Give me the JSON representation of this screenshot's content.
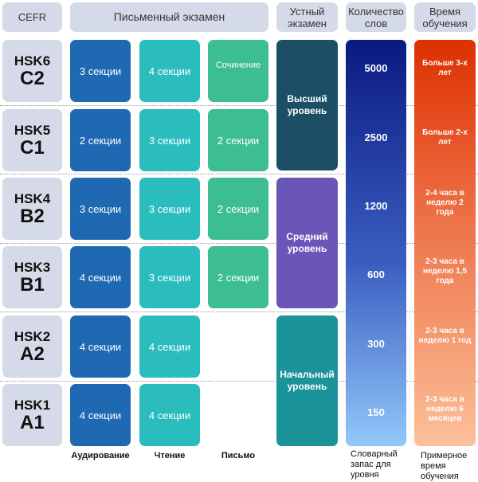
{
  "header": {
    "cefr": "CEFR",
    "written": "Письменный экзамен",
    "oral": "Устный экзамен",
    "words": "Количество слов",
    "time": "Время обучения"
  },
  "rows": [
    {
      "hsk": "HSK6",
      "cefr": "C2",
      "listening": "3 секции",
      "reading": "4 секции",
      "writing": "Сочинение",
      "words": "5000",
      "time": "Больше 3-х лет"
    },
    {
      "hsk": "HSK5",
      "cefr": "C1",
      "listening": "2 секции",
      "reading": "3 секции",
      "writing": "2 секции",
      "words": "2500",
      "time": "Больше 2-х лет"
    },
    {
      "hsk": "HSK4",
      "cefr": "B2",
      "listening": "3 секции",
      "reading": "3 секции",
      "writing": "2 секции",
      "words": "1200",
      "time": "2-4 часа в неделю 2 года"
    },
    {
      "hsk": "HSK3",
      "cefr": "B1",
      "listening": "4 секции",
      "reading": "3 секции",
      "writing": "2 секции",
      "words": "600",
      "time": "2-3 часа в неделю 1,5 года"
    },
    {
      "hsk": "HSK2",
      "cefr": "A2",
      "listening": "4 секции",
      "reading": "4 секции",
      "writing": "",
      "words": "300",
      "time": "2-3 часа в неделю 1 год"
    },
    {
      "hsk": "HSK1",
      "cefr": "A1",
      "listening": "4 секции",
      "reading": "4 секции",
      "writing": "",
      "words": "150",
      "time": "2-3 часа в неделю 6 месяцев"
    }
  ],
  "oral": [
    "Высший уровень",
    "Средний уровень",
    "Начальный уровень"
  ],
  "footer": {
    "listening": "Аудирование",
    "reading": "Чтение",
    "writing": "Письмо",
    "words": "Словарный запас для уровня",
    "time": "Примерное время обучения"
  },
  "colors": {
    "listening": "#1f69b3",
    "reading": "#2bbdbe",
    "writing": "#3cbd93",
    "oral_high": "#1c4f66",
    "oral_mid": "#6a55b8",
    "oral_low": "#1a9399"
  }
}
